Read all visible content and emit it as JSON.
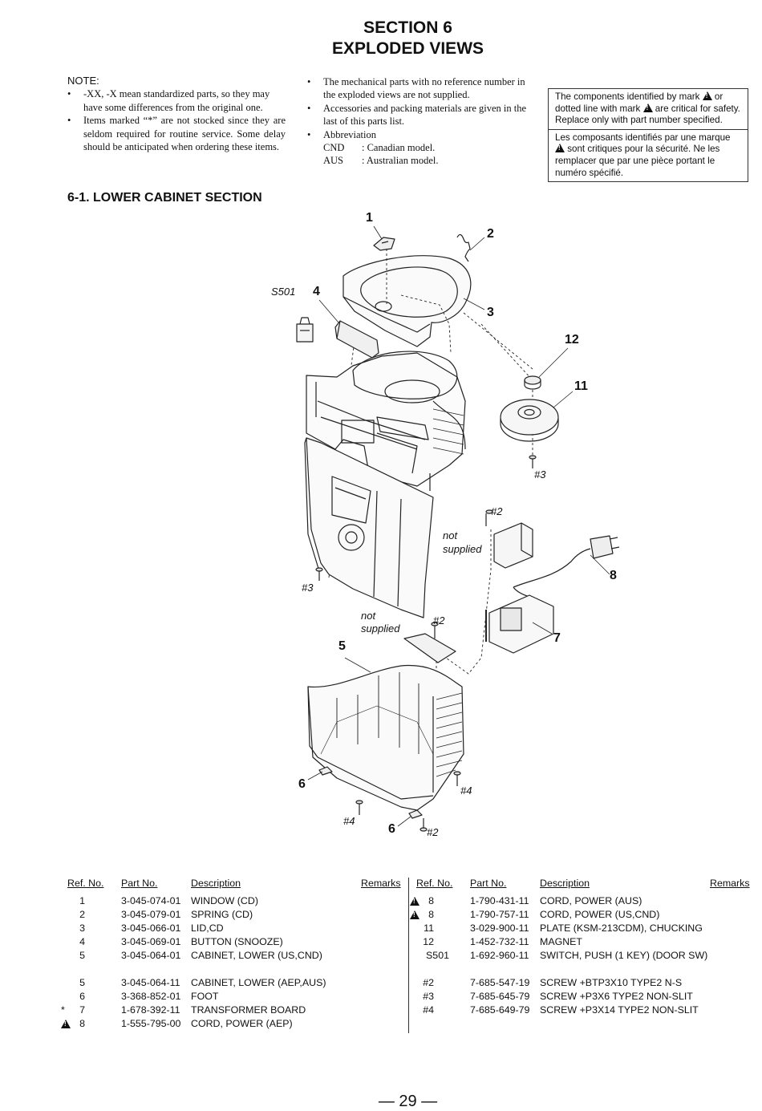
{
  "header": {
    "section": "SECTION 6",
    "title": "EXPLODED VIEWS"
  },
  "note": {
    "heading": "NOTE:",
    "left_bullets": [
      "-XX, -X mean standardized parts, so they may have some differences from the original one.",
      "Items marked “*” are not stocked since they are seldom required for routine service. Some delay should be anticipated when ordering these items."
    ],
    "right_bullets": [
      "The mechanical parts with no reference number in the exploded views are not supplied.",
      "Accessories and packing materials are given in the last of this parts list.",
      "Abbreviation"
    ],
    "abbreviations": [
      {
        "code": "CND",
        "meaning": ": Canadian model."
      },
      {
        "code": "AUS",
        "meaning": ": Australian model."
      }
    ]
  },
  "safety": {
    "english_pre": "The components identified by mark",
    "english_mid": "or dotted line with mark",
    "english_post": "are critical for safety. Replace only with part number specified.",
    "french_pre": "Les composants identifiés par une marque",
    "french_post": "sont critiques pour la sécurité. Ne les remplacer que par une pièce portant le numéro spécifié."
  },
  "section_title": "6-1.  LOWER CABINET SECTION",
  "diagram": {
    "labels": {
      "c1": "1",
      "c2": "2",
      "c3": "3",
      "c4": "4",
      "c5": "5",
      "c6a": "6",
      "c6b": "6",
      "c7": "7",
      "c8": "8",
      "c11": "11",
      "c12": "12",
      "s501": "S501",
      "screw3a": "#3",
      "screw3b": "#3",
      "screw2a": "#2",
      "screw2b": "#2",
      "screw2c": "#2",
      "screw4a": "#4",
      "screw4b": "#4",
      "ns1a": "not",
      "ns1b": "supplied",
      "ns2a": "not",
      "ns2b": "supplied"
    }
  },
  "table": {
    "headers": {
      "ref": "Ref. No.",
      "part": "Part No.",
      "desc": "Description",
      "remarks": "Remarks"
    },
    "left_rows": [
      {
        "mark": "",
        "ref": "1",
        "part": "3-045-074-01",
        "desc": "WINDOW (CD)"
      },
      {
        "mark": "",
        "ref": "2",
        "part": "3-045-079-01",
        "desc": "SPRING (CD)"
      },
      {
        "mark": "",
        "ref": "3",
        "part": "3-045-066-01",
        "desc": "LID,CD"
      },
      {
        "mark": "",
        "ref": "4",
        "part": "3-045-069-01",
        "desc": "BUTTON (SNOOZE)"
      },
      {
        "mark": "",
        "ref": "5",
        "part": "3-045-064-01",
        "desc": "CABINET, LOWER (US,CND)"
      },
      {
        "mark": "",
        "ref": "5",
        "part": "3-045-064-11",
        "desc": "CABINET, LOWER (AEP,AUS)"
      },
      {
        "mark": "",
        "ref": "6",
        "part": "3-368-852-01",
        "desc": "FOOT"
      },
      {
        "mark": "*",
        "ref": "7",
        "part": "1-678-392-11",
        "desc": "TRANSFORMER BOARD"
      },
      {
        "mark": "warn",
        "ref": "8",
        "part": "1-555-795-00",
        "desc": "CORD, POWER (AEP)"
      }
    ],
    "right_rows": [
      {
        "mark": "warn",
        "ref": "8",
        "part": "1-790-431-11",
        "desc": "CORD, POWER (AUS)"
      },
      {
        "mark": "warn",
        "ref": "8",
        "part": "1-790-757-11",
        "desc": "CORD, POWER (US,CND)"
      },
      {
        "mark": "",
        "ref": "11",
        "part": "3-029-900-11",
        "desc": "PLATE (KSM-213CDM), CHUCKING"
      },
      {
        "mark": "",
        "ref": "12",
        "part": "1-452-732-11",
        "desc": "MAGNET"
      },
      {
        "mark": "",
        "ref": "S501",
        "part": "1-692-960-11",
        "desc": "SWITCH, PUSH (1 KEY) (DOOR SW)"
      },
      {
        "mark": "",
        "ref": "#2",
        "part": "7-685-547-19",
        "desc": "SCREW +BTP3X10 TYPE2 N-S"
      },
      {
        "mark": "",
        "ref": "#3",
        "part": "7-685-645-79",
        "desc": "SCREW +P3X6 TYPE2 NON-SLIT"
      },
      {
        "mark": "",
        "ref": "#4",
        "part": "7-685-649-79",
        "desc": "SCREW +P3X14 TYPE2 NON-SLIT"
      }
    ]
  },
  "page_number": "— 29 —"
}
